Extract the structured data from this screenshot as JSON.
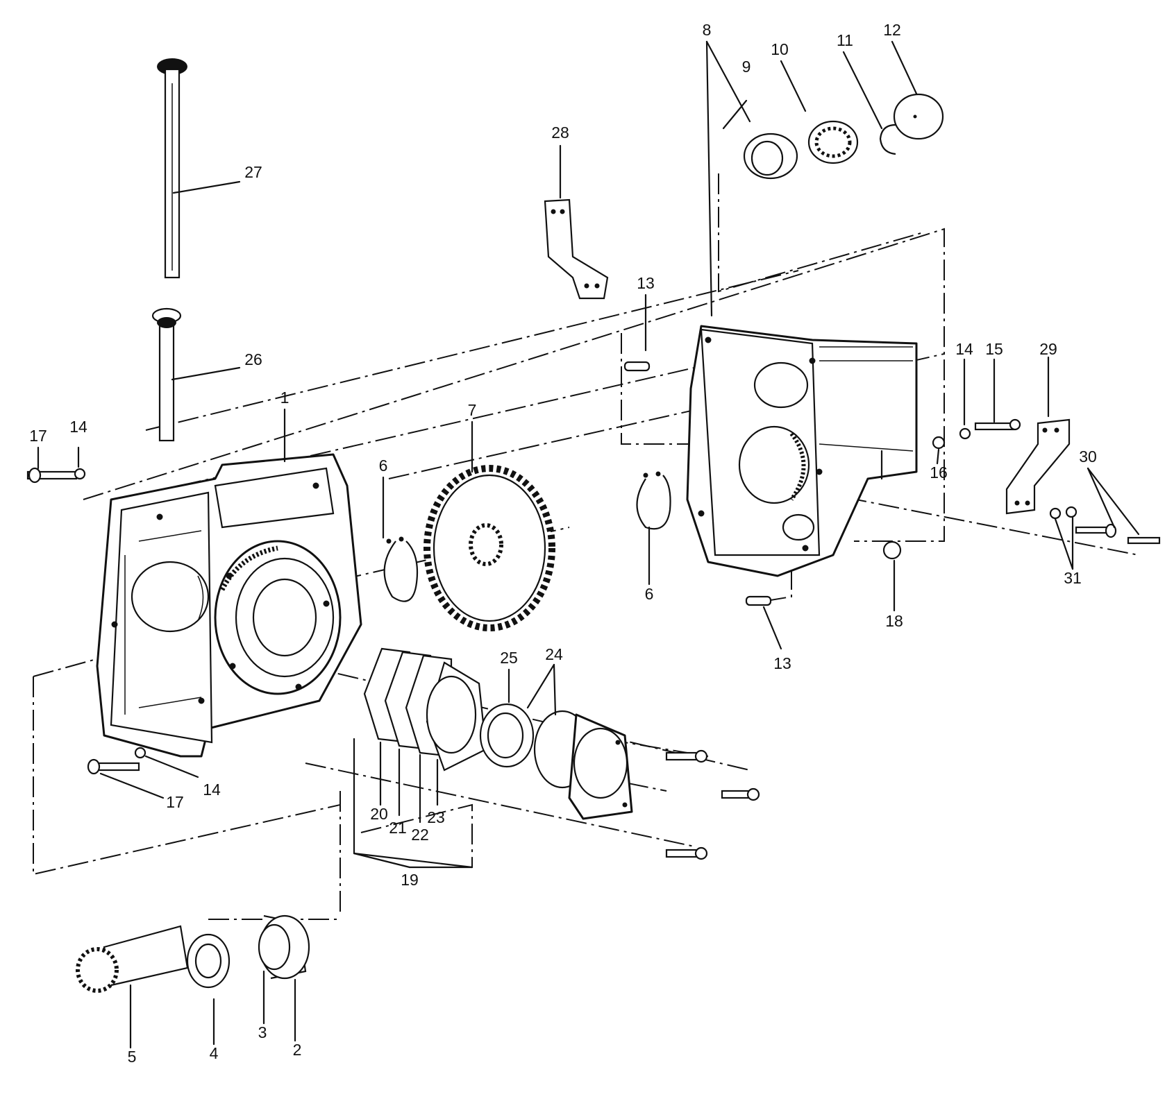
{
  "callouts": [
    {
      "id": "c1",
      "text": "1"
    },
    {
      "id": "c2",
      "text": "2"
    },
    {
      "id": "c3",
      "text": "3"
    },
    {
      "id": "c4",
      "text": "4"
    },
    {
      "id": "c5",
      "text": "5"
    },
    {
      "id": "c6a",
      "text": "6"
    },
    {
      "id": "c6b",
      "text": "6"
    },
    {
      "id": "c7",
      "text": "7"
    },
    {
      "id": "c8",
      "text": "8"
    },
    {
      "id": "c9",
      "text": "9"
    },
    {
      "id": "c10",
      "text": "10"
    },
    {
      "id": "c11",
      "text": "11"
    },
    {
      "id": "c12",
      "text": "12"
    },
    {
      "id": "c13a",
      "text": "13"
    },
    {
      "id": "c13b",
      "text": "13"
    },
    {
      "id": "c14a",
      "text": "14"
    },
    {
      "id": "c14b",
      "text": "14"
    },
    {
      "id": "c14c",
      "text": "14"
    },
    {
      "id": "c15",
      "text": "15"
    },
    {
      "id": "c16",
      "text": "16"
    },
    {
      "id": "c17a",
      "text": "17"
    },
    {
      "id": "c17b",
      "text": "17"
    },
    {
      "id": "c18",
      "text": "18"
    },
    {
      "id": "c19",
      "text": "19"
    },
    {
      "id": "c20",
      "text": "20"
    },
    {
      "id": "c21",
      "text": "21"
    },
    {
      "id": "c22",
      "text": "22"
    },
    {
      "id": "c23",
      "text": "23"
    },
    {
      "id": "c24",
      "text": "24"
    },
    {
      "id": "c25",
      "text": "25"
    },
    {
      "id": "c26",
      "text": "26"
    },
    {
      "id": "c27",
      "text": "27"
    },
    {
      "id": "c28",
      "text": "28"
    },
    {
      "id": "c29",
      "text": "29"
    },
    {
      "id": "c30",
      "text": "30"
    },
    {
      "id": "c31",
      "text": "31"
    }
  ]
}
